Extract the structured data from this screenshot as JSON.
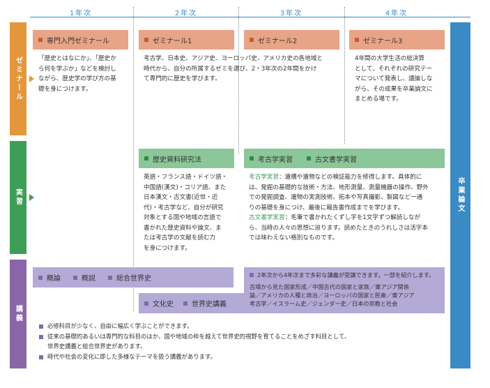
{
  "years": [
    "1年次",
    "2年次",
    "3年次",
    "4年次"
  ],
  "rows": {
    "seminar": "ゼミナール",
    "practice": "実習",
    "lecture": "講義"
  },
  "final": "卒業論文",
  "seminar": {
    "y1": {
      "title": "専門入門ゼミナール",
      "text": [
        "「歴史とはなにか」、「歴史か",
        "ら何を学ぶか」などを検討し",
        "ながら、歴史学の学び方の基",
        "礎を身につけます。"
      ]
    },
    "y2": {
      "title": "ゼミナール1",
      "text": [
        "考古学、日本史、アジア史、ヨーロッパ史、アメリカ史の各地域と",
        "時代から、自分の所属するゼミを選び、2・3年次の2年間をかけ",
        "て専門的に歴史を学びます。"
      ]
    },
    "y3": {
      "title": "ゼミナール2"
    },
    "y4": {
      "title": "ゼミナール3",
      "text": [
        "4年間の大学生活の総決算",
        "として、それぞれの研究テー",
        "マについて発表し、議論しな",
        "がら、その成果を卒業論文に",
        "まとめる場です。"
      ]
    }
  },
  "practice": {
    "hist": {
      "title": "歴史資料研究法",
      "text": [
        "英語・フランス語・ドイツ語・",
        "中国語(漢文)・コリア語、また",
        "日本漢文・古文書(近世・近",
        "代)・考古学など、自分が研究",
        "対象とする国や地域の言語で",
        "書かれた歴史資料や論文、ま",
        "たは考古学の文献を読む力",
        "を身につけます。"
      ]
    },
    "arch_title": "考古学実習",
    "doc_title": "古文書学実習",
    "arch_label": "考古学実習",
    "arch_text_1": "：遺構や遺物などの検証能力を修得します。具体的に",
    "arch_text": [
      "は、発掘の基礎的な技術・方法、地形測量、測量機器の操作、野外",
      "での発掘調査、遺物の実測技術、拓本や写真撮影、製図など一通",
      "りの基礎を身につけ、最後に報告書作成までを学びます。"
    ],
    "doc_label": "古文書学実習",
    "doc_text_1": "：毛筆で書かれたくずし字を1文字ずつ解読しなが",
    "doc_text": [
      "ら、当時の人々の思想に迫ります。読めたときのうれしさは活字本",
      "では味わえない格別なものです。"
    ]
  },
  "lecture": {
    "basic": [
      "概論",
      "概説",
      "総合世界史"
    ],
    "mid": [
      "文化史",
      "世界史講義"
    ],
    "note_title": "2年次から4年次まで多彩な講義が受講できます。一部を紹介します。",
    "note_text": [
      "古墳から見た国家形成／中国古代の国家と家族／東アジア関係",
      "論／アメリカの人種と政治／ヨーロッパの国家と民衆／東アジア",
      "考古学／イスラーム史／ジェンダー史／日本の宗教と社会"
    ],
    "bullets": [
      "必修科目が少なく、自由に幅広く学ぶことができます。",
      "従来の基礎的あるいは専門的な科目のほか、国や地域の枠を越えて世界史的視野を育てることをめざす科目として、",
      "時代や社会の変化に即した多様なテーマを扱う講義があります。"
    ],
    "bullet2_cont": "世界史講義と総合世界史があります。"
  },
  "colors": {
    "seminar": "#e3973a",
    "practice": "#3f9e56",
    "lecture": "#8a66a8",
    "final": "#3a8ac5",
    "salmon": "#e8a486",
    "green_light": "#8cc79a",
    "lilac": "#b4aad6"
  }
}
